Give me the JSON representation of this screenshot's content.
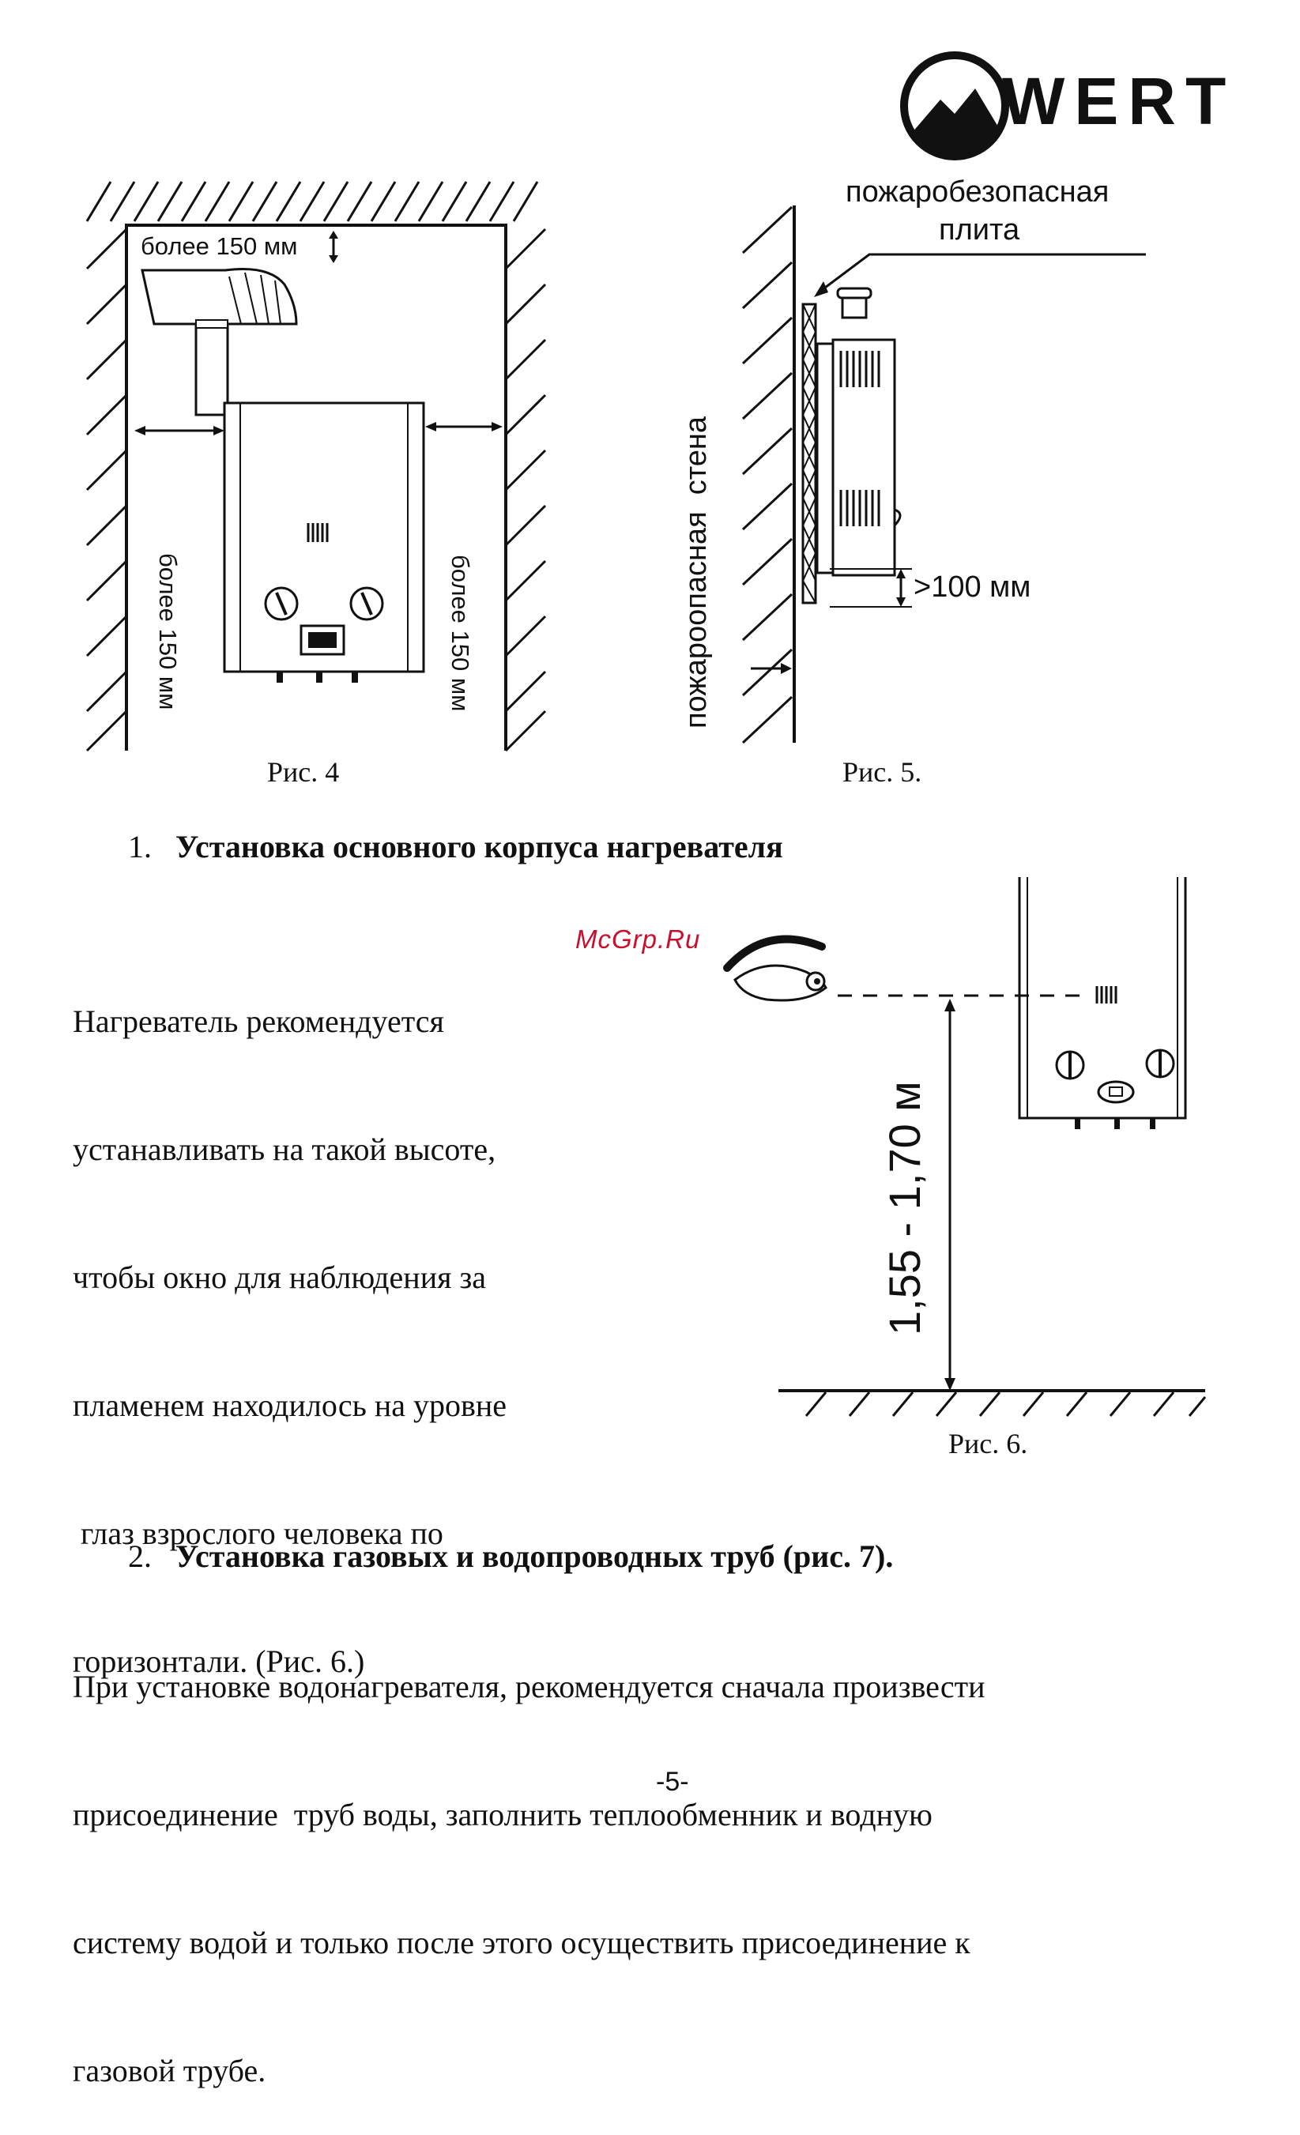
{
  "brand": {
    "name": "WERT"
  },
  "figures": {
    "fig4": {
      "caption": "Рис. 4",
      "top_clearance": "более 150 мм",
      "left_clearance": "более 150 мм",
      "right_clearance": "более 150 мм"
    },
    "fig5": {
      "caption": "Рис. 5.",
      "plate_label_line1": "пожаробезопасная",
      "plate_label_line2": "плита",
      "wall_label": "пожароопасная  стена",
      "bottom_clearance": ">100 мм"
    },
    "fig6": {
      "caption": "Рис. 6.",
      "height_label": "1,55 - 1,70 м"
    }
  },
  "watermark": "McGrp.Ru",
  "section1": {
    "number": "1.",
    "title": "Установка основного корпуса нагревателя",
    "lines": [
      "Нагреватель рекомендуется",
      "устанавливать на такой высоте,",
      "чтобы окно для наблюдения за",
      "пламенем находилось на уровне",
      " глаз взрослого человека по",
      "горизонтали. (Рис. 6.)"
    ]
  },
  "section2": {
    "number": "2.",
    "title": "Установка газовых и водопроводных труб (рис. 7).",
    "lines": [
      "При установке водонагревателя, рекомендуется сначала произвести",
      "присоединение  труб воды, заполнить теплообменник и водную",
      "систему водой и только после этого осуществить присоединение к",
      "газовой трубе."
    ]
  },
  "page_number": "-5-"
}
